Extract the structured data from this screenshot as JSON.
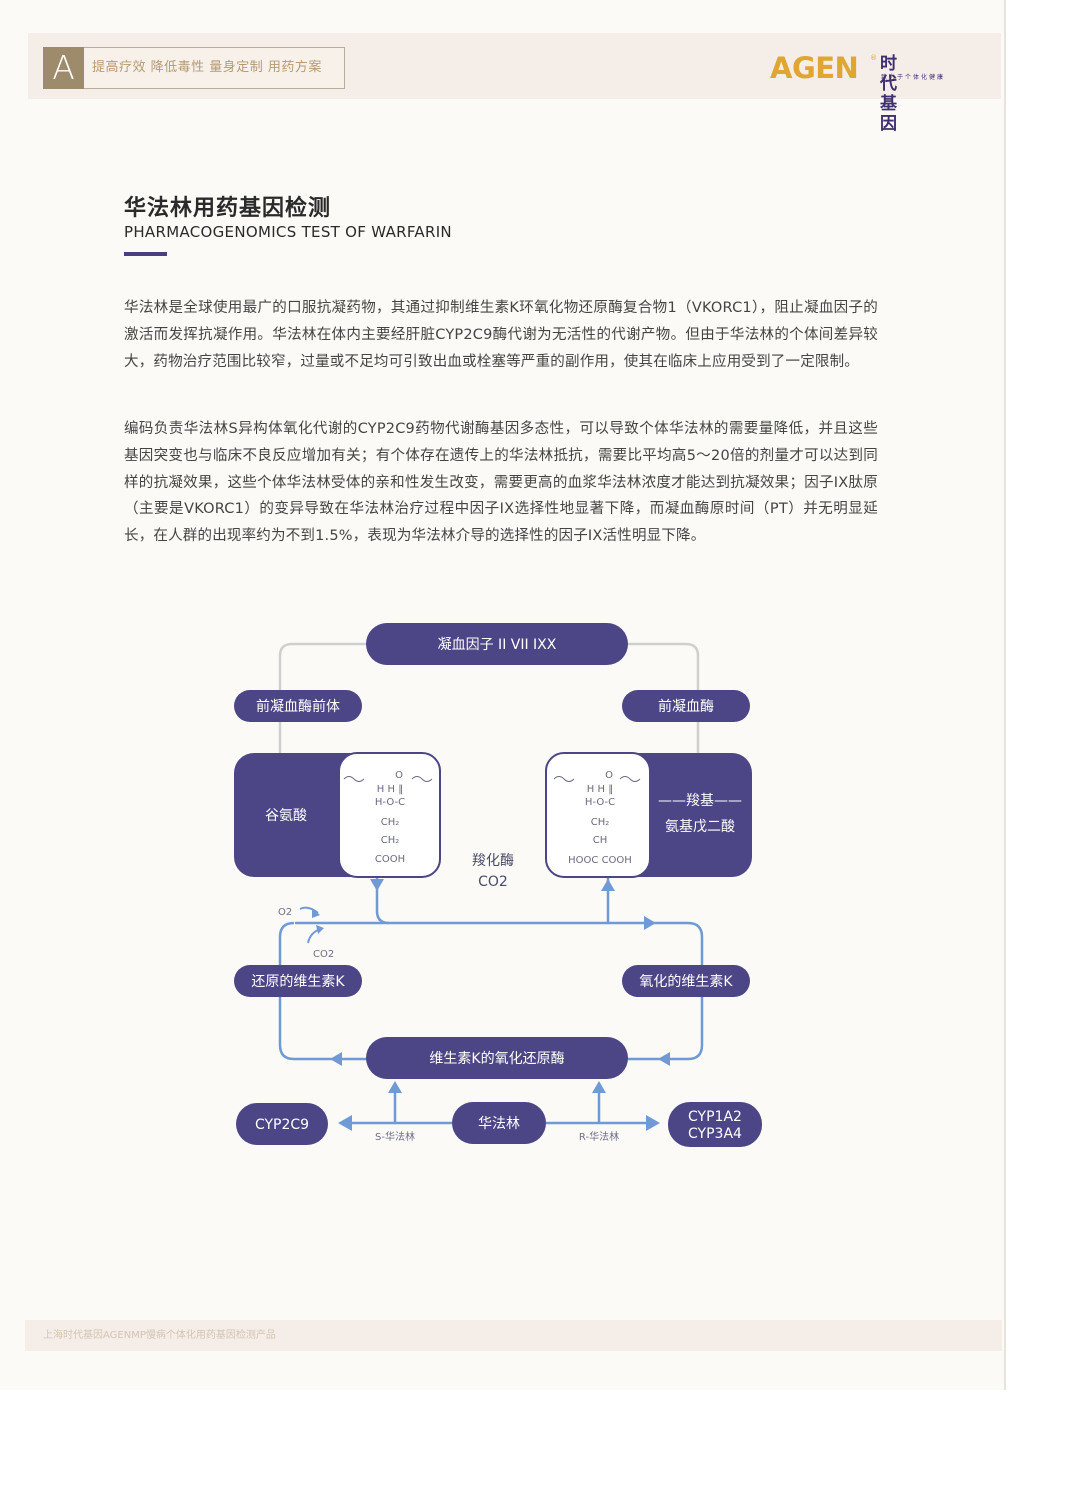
{
  "header": {
    "section_letter": "A",
    "tagline": "提高疗效 降低毒性 量身定制 用药方案",
    "logo_brand": "AGEN",
    "logo_reg": "®",
    "logo_company": "时代基因",
    "logo_slogan": "致力于个体化健康"
  },
  "article": {
    "title_cn": "华法林用药基因检测",
    "title_en": "PHARMACOGENOMICS TEST OF WARFARIN",
    "paragraph1": "华法林是全球使用最广的口服抗凝药物，其通过抑制维生素K环氧化物还原酶复合物1（VKORC1），阻止凝血因子的激活而发挥抗凝作用。华法林在体内主要经肝脏CYP2C9酶代谢为无活性的代谢产物。但由于华法林的个体间差异较大，药物治疗范围比较窄，过量或不足均可引致出血或栓塞等严重的副作用，使其在临床上应用受到了一定限制。",
    "paragraph2": "编码负责华法林S异构体氧化代谢的CYP2C9药物代谢酶基因多态性，可以导致个体华法林的需要量降低，并且这些基因突变也与临床不良反应增加有关；有个体存在遗传上的华法林抵抗，需要比平均高5～20倍的剂量才可以达到同样的抗凝效果，这些个体华法林受体的亲和性发生改变，需要更高的血浆华法林浓度才能达到抗凝效果；因子IX肽原（主要是VKORC1）的变异导致在华法林治疗过程中因子IX选择性地显著下降，而凝血酶原时间（PT）并无明显延长，在人群的出现率约为不到1.5%，表现为华法林介导的选择性的因子IX活性明显下降。"
  },
  "diagram": {
    "clotting_factors": "凝血因子 II VII IXX",
    "prothrombin_precursor": "前凝血酶前体",
    "prothrombin": "前凝血酶",
    "glutamate": "谷氨酸",
    "carboxy_line1": "——羧基——",
    "carboxy_line2": "氨基戊二酸",
    "carboxylase": "羧化酶",
    "co2_center": "CO2",
    "o2": "O2",
    "co2_small": "CO2",
    "reduced_vitk": "还原的维生素K",
    "oxidized_vitk": "氧化的维生素K",
    "vkor": "维生素K的氧化还原酶",
    "warfarin": "华法林",
    "cyp2c9": "CYP2C9",
    "cyp1a2": "CYP1A2",
    "cyp3a4": "CYP3A4",
    "s_warfarin": "S-华法林",
    "r_warfarin": "R-华法林",
    "chem_left": {
      "top_o": "O",
      "row1": "H H  ‖",
      "row2": "H-O-C",
      "row3": "CH₂",
      "row4": "CH₂",
      "row5": "COOH"
    },
    "chem_right": {
      "top_o": "O",
      "row1": "H H  ‖",
      "row2": "H-O-C",
      "row3": "CH₂",
      "row4": "CH",
      "row5": "HOOC COOH"
    },
    "colors": {
      "pill": "#4c4586",
      "line_blue": "#6f9ad6",
      "line_grey": "#cfcfcf"
    }
  },
  "footer": {
    "text": "上海时代基因AGENMP慢病个体化用药基因检测产品"
  }
}
